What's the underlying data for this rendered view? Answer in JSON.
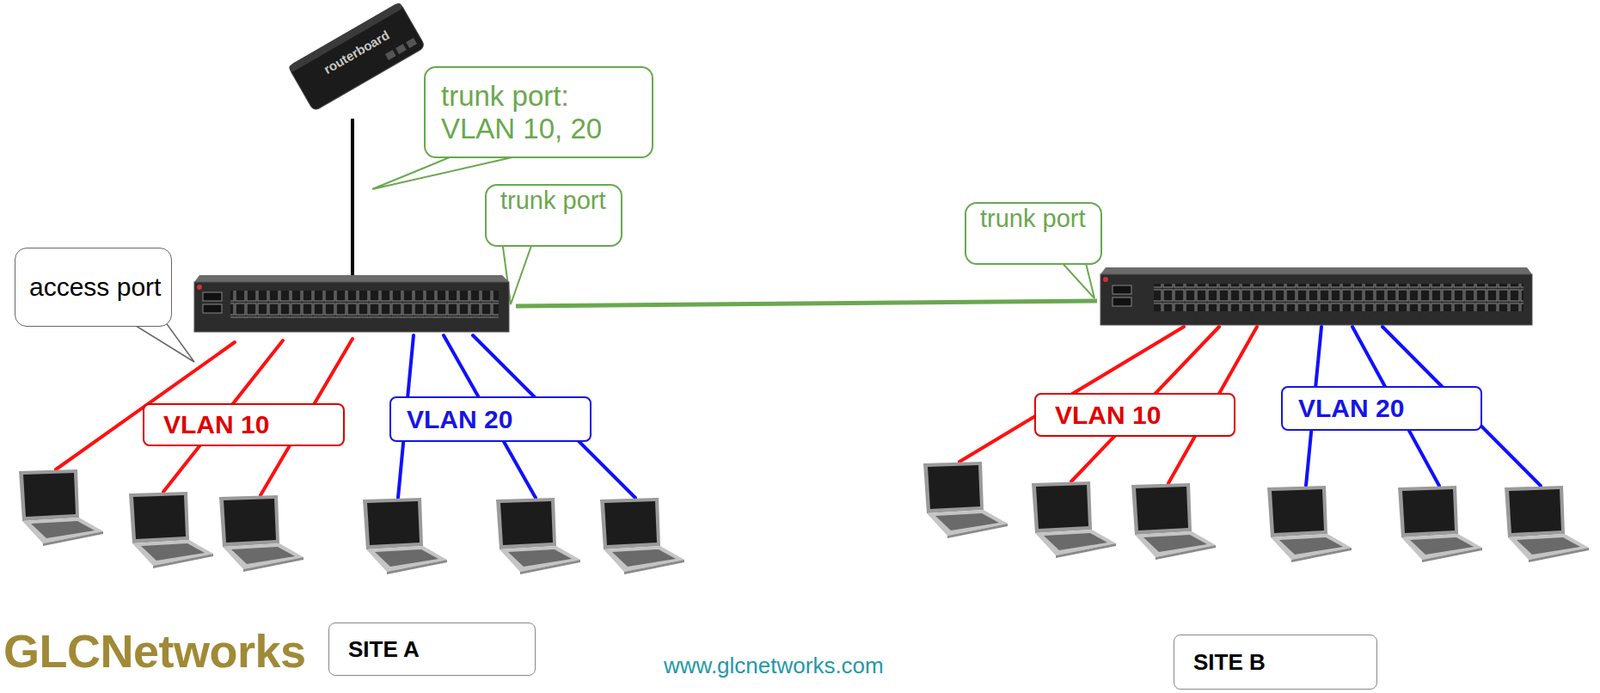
{
  "diagram": {
    "nodes": [
      {
        "text": [
          "trunk port: VLAN 10, 20"
        ]
      },
      {
        "text": [
          "trunk port"
        ]
      },
      {
        "text": [
          "access port"
        ]
      },
      {
        "text": [
          "trunk port"
        ]
      },
      {
        "text": [
          "VLAN 10"
        ]
      },
      {
        "text": [
          "VLAN 20"
        ]
      },
      {
        "text": [
          "VLAN 10"
        ]
      },
      {
        "text": [
          "VLAN 20"
        ]
      },
      {
        "text": [
          "SITE A"
        ]
      },
      {
        "text": [
          "SITE B"
        ]
      }
    ],
    "labels": [
      "routerboard",
      "GLCNetworks",
      "www.glcnetworks.com"
    ]
  }
}
